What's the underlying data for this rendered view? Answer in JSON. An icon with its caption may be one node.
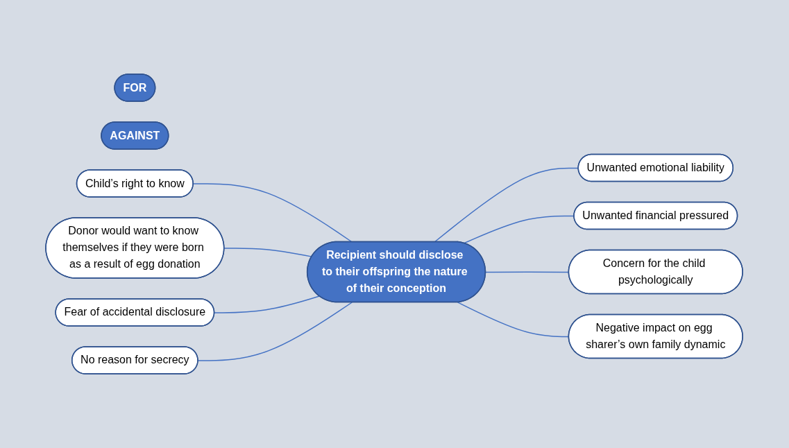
{
  "diagram": {
    "nodes": [
      {
        "text": [
          "FOR"
        ]
      },
      {
        "text": [
          "AGAINST"
        ]
      },
      {
        "text": [
          "Child’s right to know"
        ]
      },
      {
        "text": [
          "Unwanted emotional liability"
        ]
      },
      {
        "text": [
          "Donor would want to know themselves if they were born as a result of egg donation"
        ]
      },
      {
        "text": [
          "Unwanted financial pressured"
        ]
      },
      {
        "text": [
          "Recipient should disclose to their offspring the nature of their conception"
        ]
      },
      {
        "text": [
          "Fear of accidental disclosure"
        ]
      },
      {
        "text": [
          "Concern for the child psychologically"
        ]
      },
      {
        "text": [
          "No reason for secrecy"
        ]
      },
      {
        "text": [
          "Negative impact on egg sharer’s own family dynamic"
        ]
      }
    ],
    "edges": [
      {
        "from": 2,
        "to": 6,
        "arrow": "none"
      },
      {
        "from": 4,
        "to": 6,
        "arrow": "none"
      },
      {
        "from": 7,
        "to": 6,
        "arrow": "none"
      },
      {
        "from": 9,
        "to": 6,
        "arrow": "none"
      },
      {
        "from": 6,
        "to": 3,
        "arrow": "none"
      },
      {
        "from": 6,
        "to": 5,
        "arrow": "none"
      },
      {
        "from": 6,
        "to": 8,
        "arrow": "none"
      },
      {
        "from": 6,
        "to": 10,
        "arrow": "none"
      }
    ]
  }
}
